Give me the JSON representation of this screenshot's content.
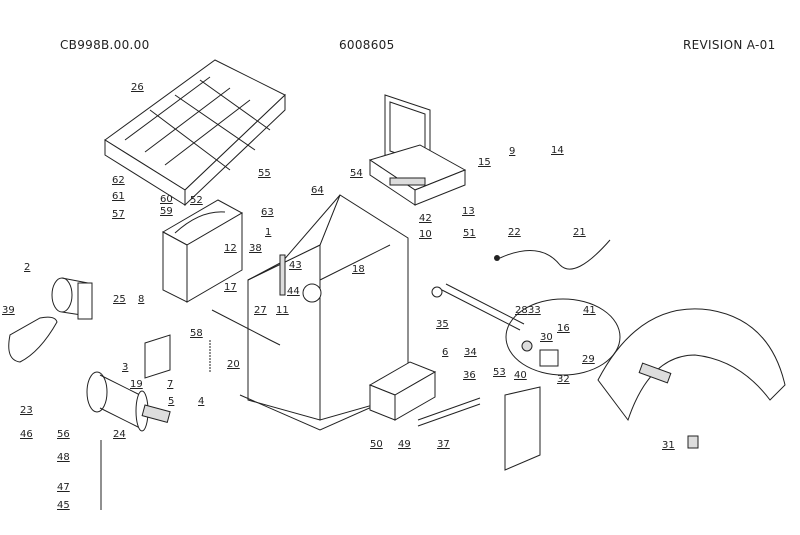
{
  "header": {
    "drawing_number": "CB998B.00.00",
    "part_number": "6008605",
    "revision": "REVISION A-01"
  },
  "part_labels": [
    "26",
    "62",
    "61",
    "60",
    "59",
    "57",
    "52",
    "55",
    "64",
    "63",
    "54",
    "15",
    "9",
    "14",
    "13",
    "42",
    "10",
    "51",
    "22",
    "21",
    "2",
    "39",
    "25",
    "8",
    "12",
    "38",
    "1",
    "43",
    "18",
    "44",
    "17",
    "11",
    "27",
    "58",
    "28",
    "33",
    "41",
    "35",
    "16",
    "30",
    "29",
    "6",
    "34",
    "53",
    "40",
    "32",
    "36",
    "3",
    "20",
    "7",
    "19",
    "5",
    "4",
    "23",
    "46",
    "24",
    "56",
    "48",
    "50",
    "49",
    "37",
    "31",
    "47",
    "45"
  ],
  "colors": {
    "line": "#222222",
    "background": "#ffffff"
  }
}
